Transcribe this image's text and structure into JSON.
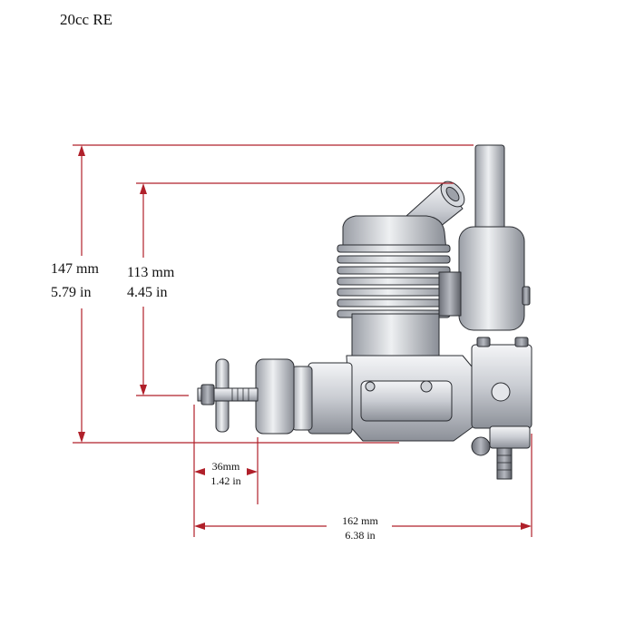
{
  "title": "20cc RE",
  "dimensions": {
    "overall_height": {
      "mm": "147 mm",
      "in": "5.79 in"
    },
    "cylinder_height": {
      "mm": "113 mm",
      "in": "4.45 in"
    },
    "shaft_length": {
      "mm": "36mm",
      "in": "1.42 in"
    },
    "overall_length": {
      "mm": "162 mm",
      "in": "6.38 in"
    }
  },
  "colors": {
    "dimension_line": "#b0202a",
    "metal_light": "#e6e7ea",
    "metal_mid": "#b9bcc3",
    "metal_dark": "#6e7179",
    "outline": "#2a2c31"
  },
  "icons": [
    "engine-drawing"
  ]
}
